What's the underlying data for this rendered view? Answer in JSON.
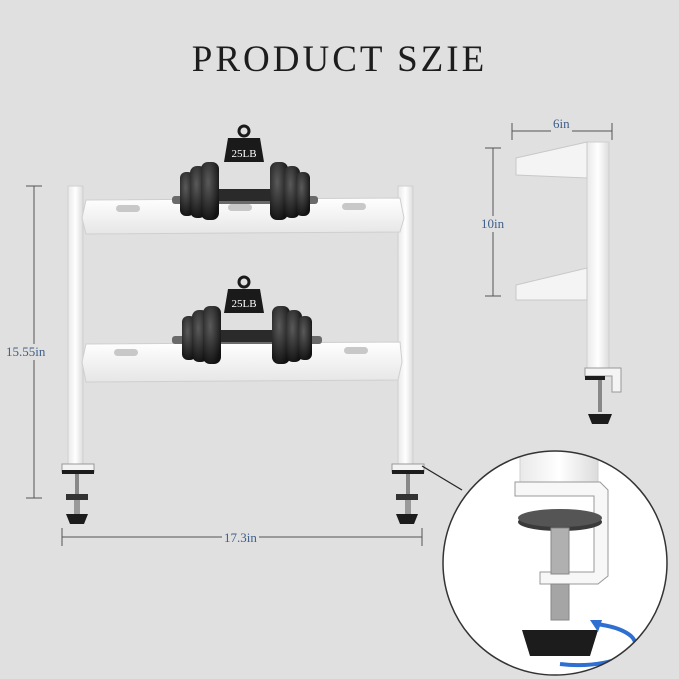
{
  "title": "PRODUCT SZIE",
  "weights": {
    "top": "25LB",
    "bottom": "25LB"
  },
  "dimensions": {
    "height": "15.55in",
    "width": "17.3in",
    "shelf_gap": "10in",
    "shelf_depth": "6in"
  }
}
